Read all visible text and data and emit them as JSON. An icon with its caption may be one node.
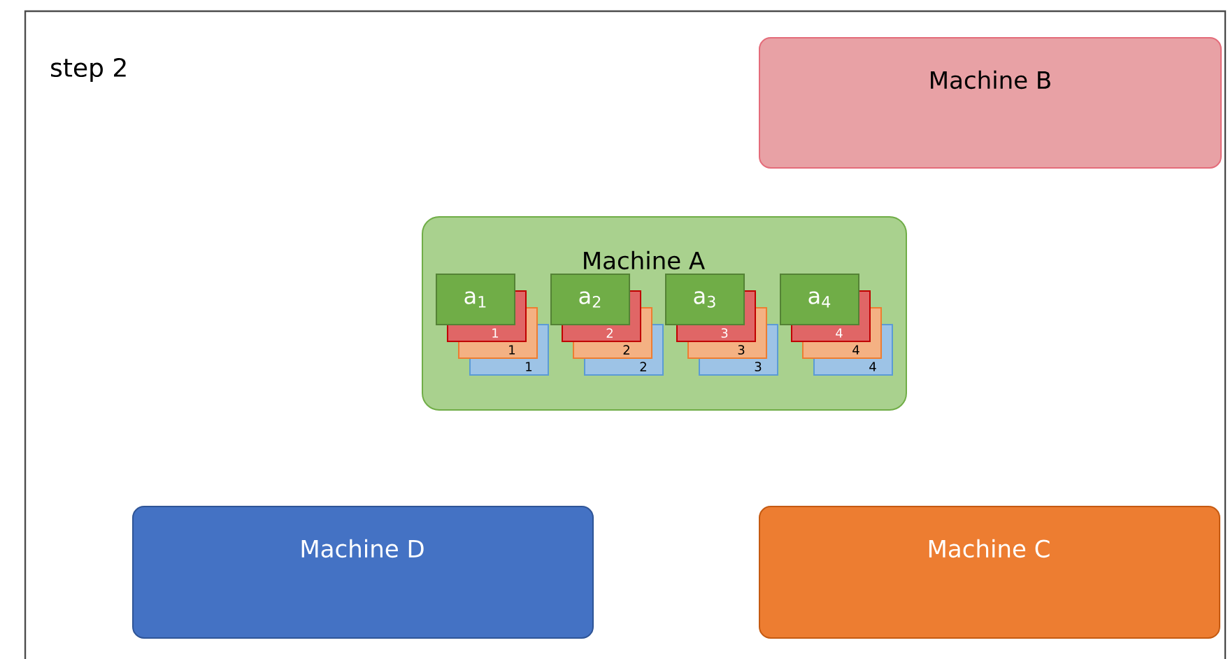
{
  "diagram": {
    "nodes": [
      {
        "text": [
          "Machine B"
        ]
      },
      {
        "text": [
          "Machine A"
        ]
      },
      {
        "text": [
          "1"
        ],
        "in": 1
      },
      {
        "text": [
          "1"
        ],
        "in": 1
      },
      {
        "text": [
          "1"
        ],
        "in": 1
      },
      {
        "text": [
          "a$_{1}$"
        ],
        "in": 1
      },
      {
        "text": [
          "2"
        ],
        "in": 1
      },
      {
        "text": [
          "2"
        ],
        "in": 1
      },
      {
        "text": [
          "2"
        ],
        "in": 1
      },
      {
        "text": [
          "a$_{2}$"
        ],
        "in": 1
      },
      {
        "text": [
          "3"
        ],
        "in": 1
      },
      {
        "text": [
          "3"
        ],
        "in": 1
      },
      {
        "text": [
          "3"
        ],
        "in": 1
      },
      {
        "text": [
          "a$_{3}$"
        ],
        "in": 1
      },
      {
        "text": [
          "4"
        ],
        "in": 1
      },
      {
        "text": [
          "4"
        ],
        "in": 1
      },
      {
        "text": [
          "4"
        ],
        "in": 1
      },
      {
        "text": [
          "a$_{4}$"
        ],
        "in": 1
      },
      {
        "text": [
          "Machine D"
        ]
      },
      {
        "text": [
          "Machine C"
        ]
      }
    ],
    "labels": [
      "step 2"
    ]
  }
}
